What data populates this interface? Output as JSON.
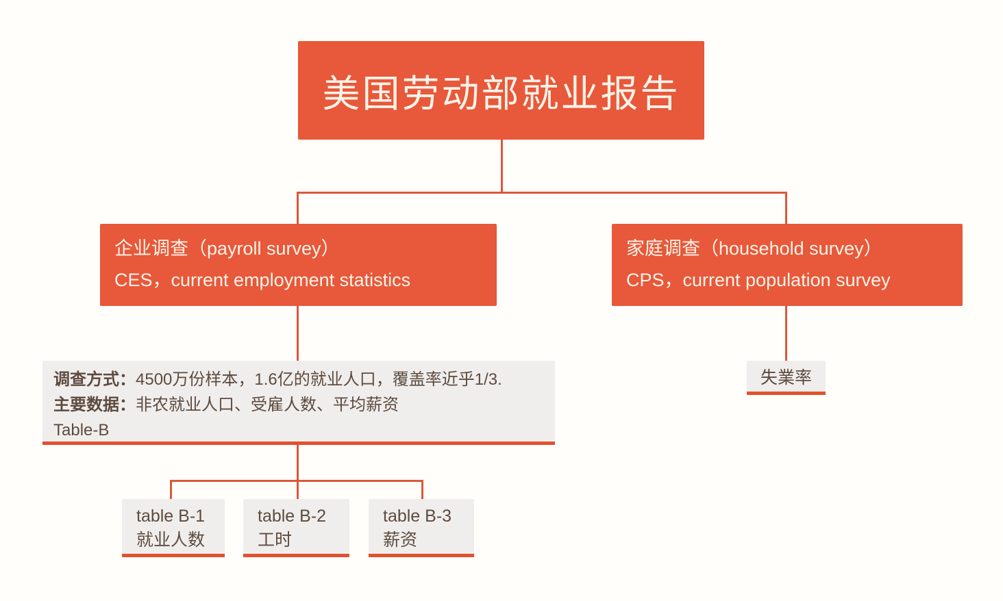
{
  "palette": {
    "box_orange": "#E8583A",
    "line_orange": "#DC5838",
    "underline_orange": "#E2512D",
    "gray_bg": "#F0EEEC",
    "dark_text": "#5D4B40",
    "cream_text": "#FBF3E8",
    "page_bg": "#FFFEFB"
  },
  "title": {
    "text": "美国劳动部就业报告"
  },
  "branches": {
    "payroll": {
      "line1": "企业调查（payroll survey）",
      "line2": "CES，current employment statistics"
    },
    "household": {
      "line1": "家庭调查（household survey）",
      "line2": "CPS，current population survey"
    }
  },
  "payroll_detail": {
    "line1_label": "调查方式：",
    "line1_text": "4500万份样本，1.6亿的就业人口，覆盖率近乎1/3.",
    "line2_label": "主要数据：",
    "line2_text": "非农就业人口、受雇人数、平均薪资",
    "line3": "Table-B"
  },
  "household_detail": {
    "text": "失業率"
  },
  "tables": [
    {
      "title": "table B-1",
      "subtitle": "就业人数"
    },
    {
      "title": "table B-2",
      "subtitle": "工时"
    },
    {
      "title": "table B-3",
      "subtitle": "薪资"
    }
  ]
}
